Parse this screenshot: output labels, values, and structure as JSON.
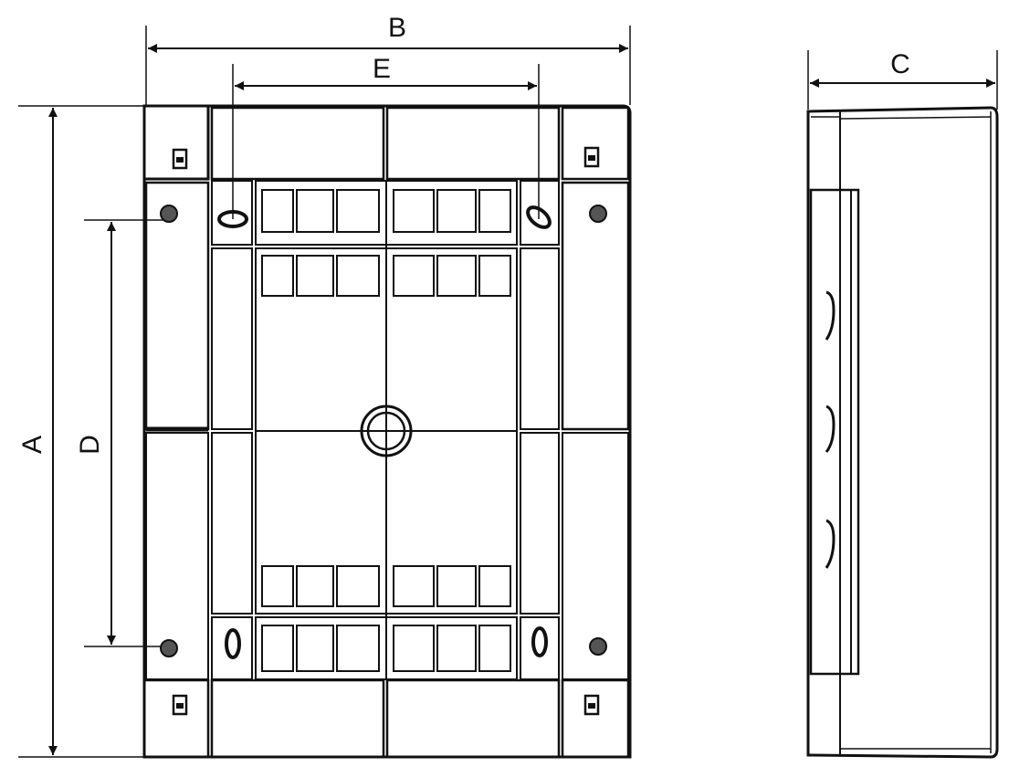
{
  "dimensions": {
    "A": "A",
    "B": "B",
    "C": "C",
    "D": "D",
    "E": "E"
  },
  "colors": {
    "line": "#111111",
    "fill": "#ffffff",
    "hole": "#555555"
  },
  "views": [
    "front-view",
    "side-view"
  ],
  "icons": [
    "latch-icon",
    "mounting-screw-icon",
    "cable-gland-icon",
    "keyhole-slot-icon"
  ]
}
